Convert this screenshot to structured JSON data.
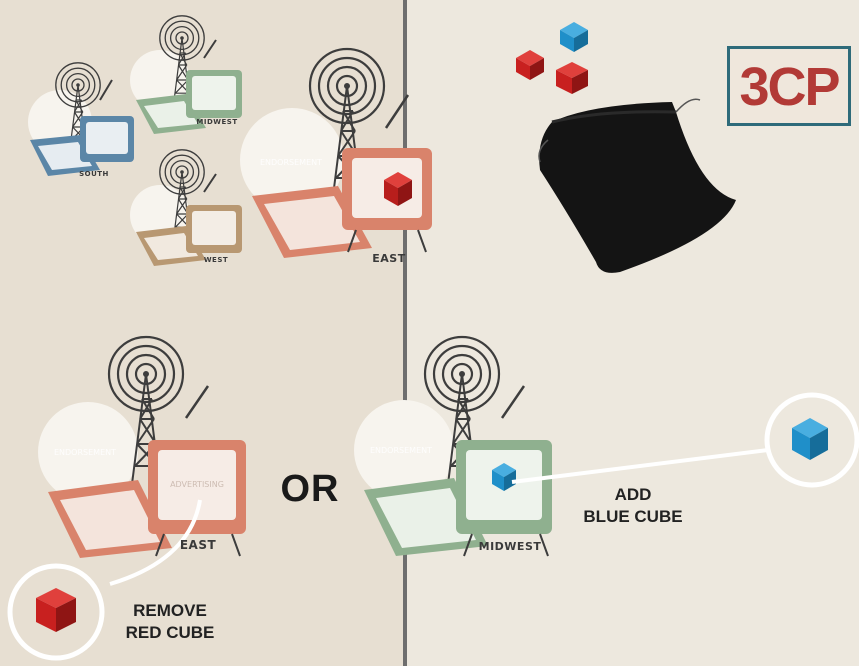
{
  "divider_word": "OR",
  "cost_label": "3CP",
  "add_action": {
    "line1": "ADD",
    "line2": "BLUE CUBE"
  },
  "remove_action": {
    "line1": "REMOVE",
    "line2": "RED CUBE"
  },
  "regions": {
    "south": "SOUTH",
    "midwest_small": "MIDWEST",
    "west": "WEST",
    "east_large": "EAST",
    "east_bottom": "EAST",
    "midwest_bottom": "MIDWEST"
  },
  "tower_labels": {
    "endorsement": "ENDORSEMENT",
    "advertising": "ADVERTISING"
  },
  "colors": {
    "red_cube": "#c8201f",
    "blue_cube": "#1f8fc9",
    "blue_tower": "#5b86a7",
    "green_tower": "#8fb08f",
    "tan_tower": "#b89872",
    "salmon_tower": "#d9836b",
    "bag": "#141414",
    "divider": "#6e6e6e",
    "cost_border": "#2e6b7a",
    "cost_text": "#b23a36"
  },
  "icons": [
    "radio-tower-icon",
    "cloth-bag-icon",
    "cube-icon"
  ]
}
